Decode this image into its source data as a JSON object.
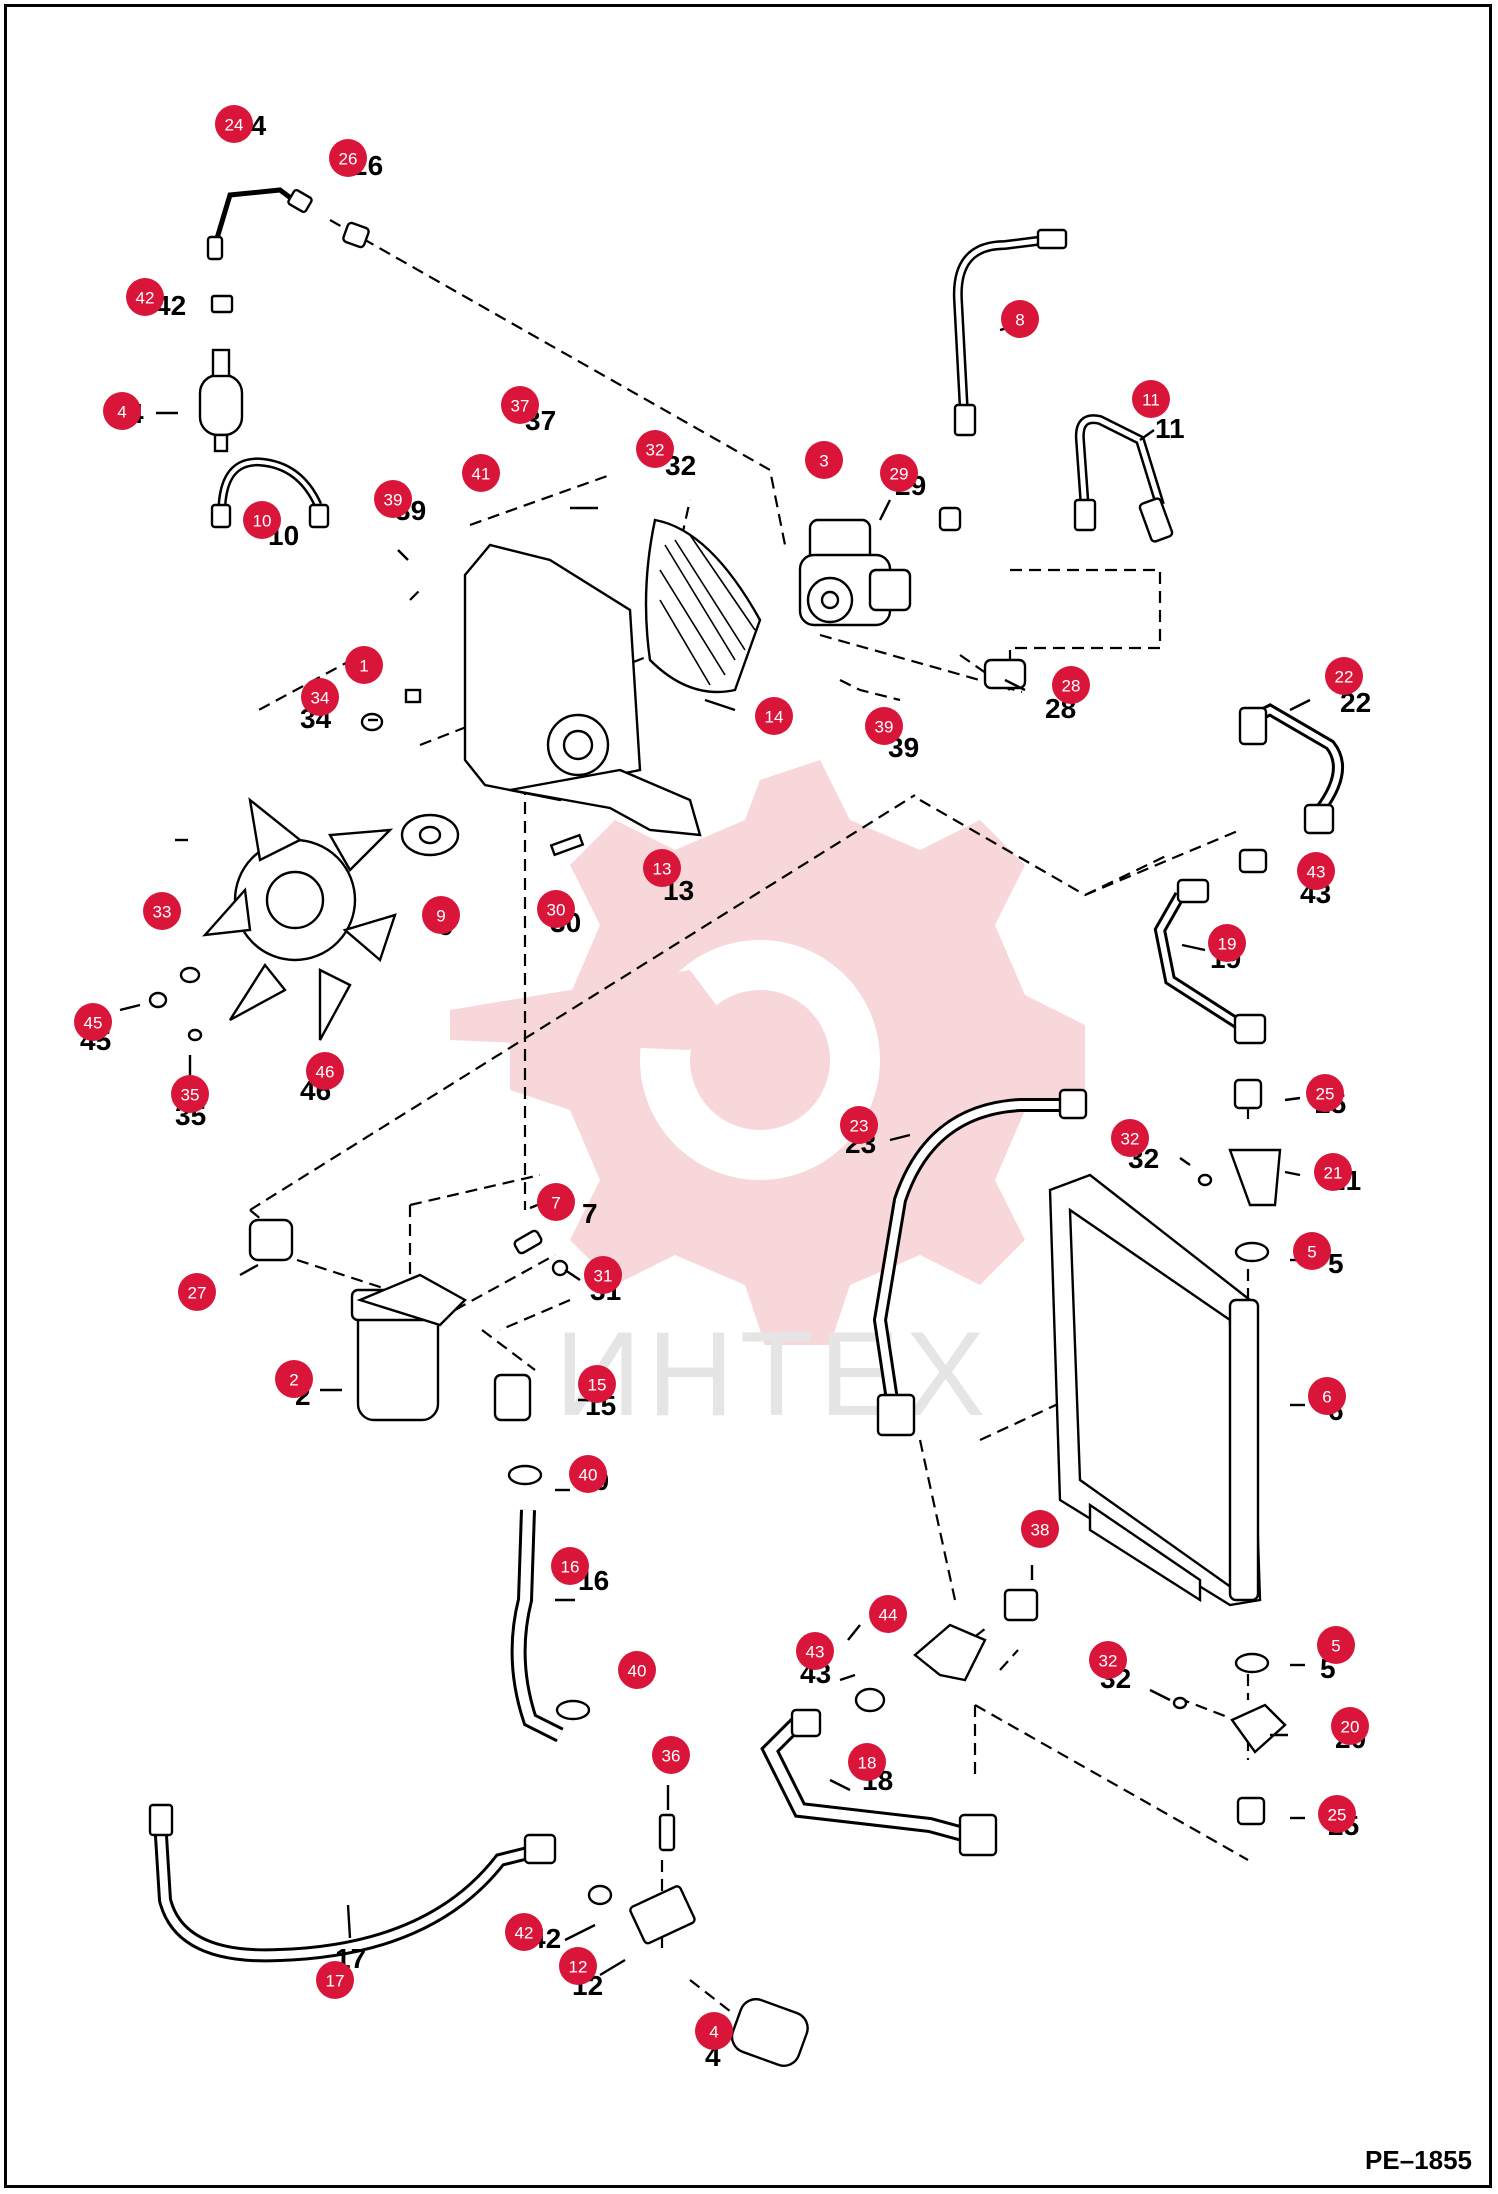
{
  "sheet_id": "PE–1855",
  "watermark": {
    "text": "ИНТЕХ",
    "color": "#f2b7bb"
  },
  "colors": {
    "callout": "#d9163a",
    "line": "#000000",
    "background": "#ffffff"
  },
  "callouts": [
    {
      "label": "24"
    },
    {
      "label": "26"
    },
    {
      "label": "42"
    },
    {
      "label": "4"
    },
    {
      "label": "10"
    },
    {
      "label": "37"
    },
    {
      "label": "41"
    },
    {
      "label": "32"
    },
    {
      "label": "3"
    },
    {
      "label": "29"
    },
    {
      "label": "8"
    },
    {
      "label": "11"
    },
    {
      "label": "39"
    },
    {
      "label": "1"
    },
    {
      "label": "34"
    },
    {
      "label": "14"
    },
    {
      "label": "39"
    },
    {
      "label": "28"
    },
    {
      "label": "22"
    },
    {
      "label": "33"
    },
    {
      "label": "9"
    },
    {
      "label": "30"
    },
    {
      "label": "13"
    },
    {
      "label": "43"
    },
    {
      "label": "19"
    },
    {
      "label": "45"
    },
    {
      "label": "35"
    },
    {
      "label": "46"
    },
    {
      "label": "25"
    },
    {
      "label": "23"
    },
    {
      "label": "32"
    },
    {
      "label": "21"
    },
    {
      "label": "7"
    },
    {
      "label": "27"
    },
    {
      "label": "31"
    },
    {
      "label": "5"
    },
    {
      "label": "2"
    },
    {
      "label": "15"
    },
    {
      "label": "6"
    },
    {
      "label": "40"
    },
    {
      "label": "38"
    },
    {
      "label": "16"
    },
    {
      "label": "44"
    },
    {
      "label": "43"
    },
    {
      "label": "5"
    },
    {
      "label": "32"
    },
    {
      "label": "40"
    },
    {
      "label": "20"
    },
    {
      "label": "18"
    },
    {
      "label": "36"
    },
    {
      "label": "25"
    },
    {
      "label": "42"
    },
    {
      "label": "17"
    },
    {
      "label": "12"
    },
    {
      "label": "4"
    }
  ],
  "part_numbers": [
    {
      "text": "24"
    },
    {
      "text": "26"
    },
    {
      "text": "42"
    },
    {
      "text": "4"
    },
    {
      "text": "10"
    },
    {
      "text": "37"
    },
    {
      "text": "32"
    },
    {
      "text": "39"
    },
    {
      "text": "29"
    },
    {
      "text": "8"
    },
    {
      "text": "11"
    },
    {
      "text": "34"
    },
    {
      "text": "28"
    },
    {
      "text": "39"
    },
    {
      "text": "22"
    },
    {
      "text": "9"
    },
    {
      "text": "30"
    },
    {
      "text": "13"
    },
    {
      "text": "43"
    },
    {
      "text": "19"
    },
    {
      "text": "45"
    },
    {
      "text": "35"
    },
    {
      "text": "46"
    },
    {
      "text": "25"
    },
    {
      "text": "23"
    },
    {
      "text": "32"
    },
    {
      "text": "21"
    },
    {
      "text": "7"
    },
    {
      "text": "31"
    },
    {
      "text": "5"
    },
    {
      "text": "2"
    },
    {
      "text": "15"
    },
    {
      "text": "6"
    },
    {
      "text": "40"
    },
    {
      "text": "16"
    },
    {
      "text": "43"
    },
    {
      "text": "5"
    },
    {
      "text": "32"
    },
    {
      "text": "20"
    },
    {
      "text": "18"
    },
    {
      "text": "25"
    },
    {
      "text": "42"
    },
    {
      "text": "17"
    },
    {
      "text": "12"
    },
    {
      "text": "4"
    }
  ]
}
